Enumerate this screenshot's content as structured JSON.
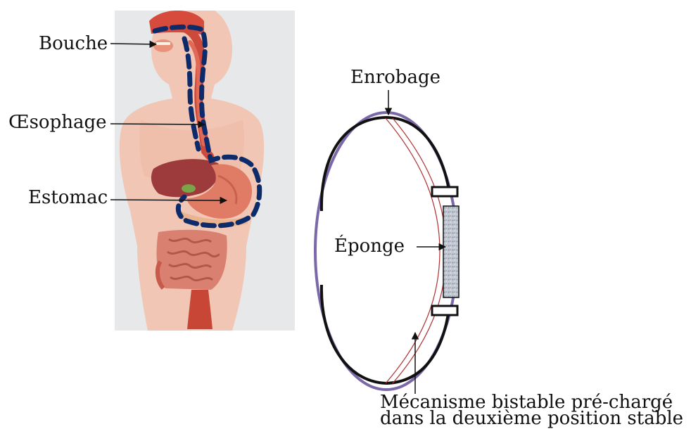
{
  "labels": {
    "mouth": "Bouche",
    "esophagus": "Œsophage",
    "stomach": "Estomac",
    "coating": "Enrobage",
    "sponge": "Éponge",
    "mechanism_line1": "Mécanisme bistable pré-chargé",
    "mechanism_line2": "dans la deuxième position stable"
  },
  "colors": {
    "dashed_outline": "#0d2b6b",
    "coating": "#7b68a8",
    "shell": "#111111",
    "mechanism": "#b03030",
    "sponge": "#b8c0cc",
    "body_skin": "#f2c6b4",
    "photo_background": "#e6e8ea"
  }
}
